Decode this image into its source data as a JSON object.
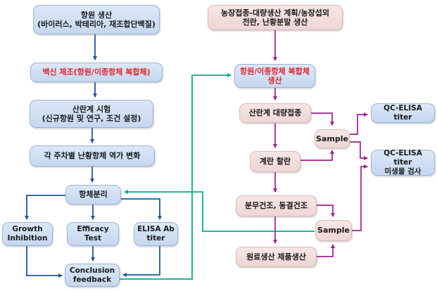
{
  "diagram": {
    "title": "IgY antibody production process flowchart",
    "palette": {
      "blue_node_fill": "#C9DAF0",
      "blue_node_border": "#9DB4D6",
      "pink_node_fill": "#F2DCDB",
      "pink_node_border": "#D9B9B8",
      "blue_arrow": "#2155A3",
      "purple_arrow": "#A21E92",
      "green_arrow": "#00AF8C",
      "red_text": "#E32228",
      "black_text": "#1A1A1A",
      "background": "#FFFFFF"
    },
    "nodes": {
      "antigen_production": "항원 생산\n(바이러스, 박테리아, 재조합단백질)",
      "vaccine_manufacture": "백신 제조(항원/이종항체 복합체)",
      "layer_hen_test": "산란계 시험\n(신규항원 및 연구, 조건 설정)",
      "weekly_titer_change": "각 주차별 난황항체 역가 변화",
      "antibody_separation": "항체분리",
      "growth_inhibition": "Growth\nInhibition",
      "efficacy_test": "Efficacy Test",
      "elisa_ab_titer": "ELISA Ab\ntiter",
      "conclusion_feedback": "Conclusion\nfeedback",
      "farm_plan": "농장접종-대량생산 계획/농장섭외\n전란, 난황분말 생산",
      "complex_production": "항원/이종항체 복합체\n생산",
      "layer_mass_inoculation": "산란계 대량접종",
      "egg_breaking": "계란 할란",
      "sample_1": "Sample",
      "drying": "분무건조, 동결건조",
      "raw_material_production": "원료생산 제품생산",
      "sample_2": "Sample",
      "qc_elisa_titer": "QC-ELISA titer",
      "qc_elisa_titer_micro": "QC-ELISA titer\n미생물 검사"
    }
  }
}
